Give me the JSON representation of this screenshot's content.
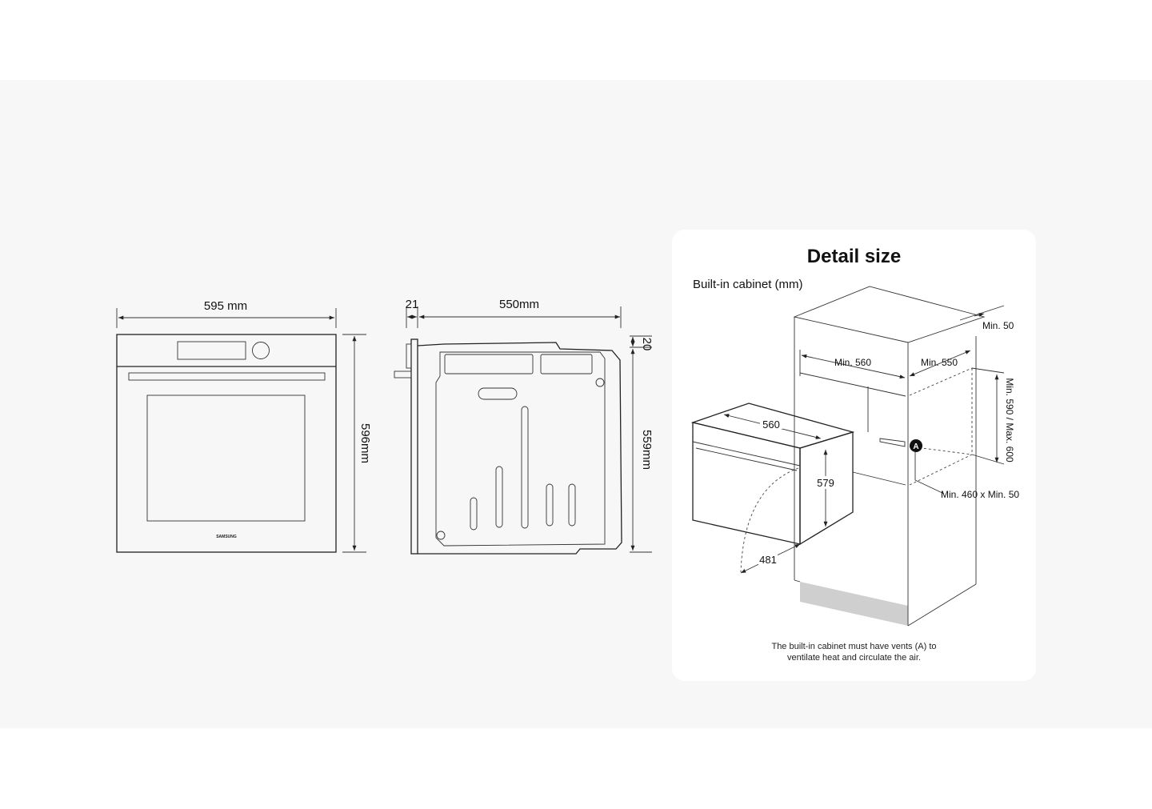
{
  "front_view": {
    "width_label": "595 mm",
    "height_label": "596mm",
    "brand": "SAMSUNG"
  },
  "side_view": {
    "door_label": "21",
    "depth_label": "550mm",
    "top_gap_label": "20",
    "height_label": "559mm"
  },
  "detail": {
    "title": "Detail size",
    "subtitle": "Built-in cabinet (mm)",
    "labels": {
      "min_50": "Min. 50",
      "min_560": "Min. 560",
      "min_550": "Min. 550",
      "min_590_max_600": "Min. 590 / Max. 600",
      "oven_560": "560",
      "oven_579": "579",
      "door_481": "481",
      "vent_marker": "A",
      "vent_size": "Min. 460 x Min. 50"
    },
    "note_line1": "The built-in cabinet must have vents (A) to",
    "note_line2": "ventilate heat and circulate the air."
  }
}
